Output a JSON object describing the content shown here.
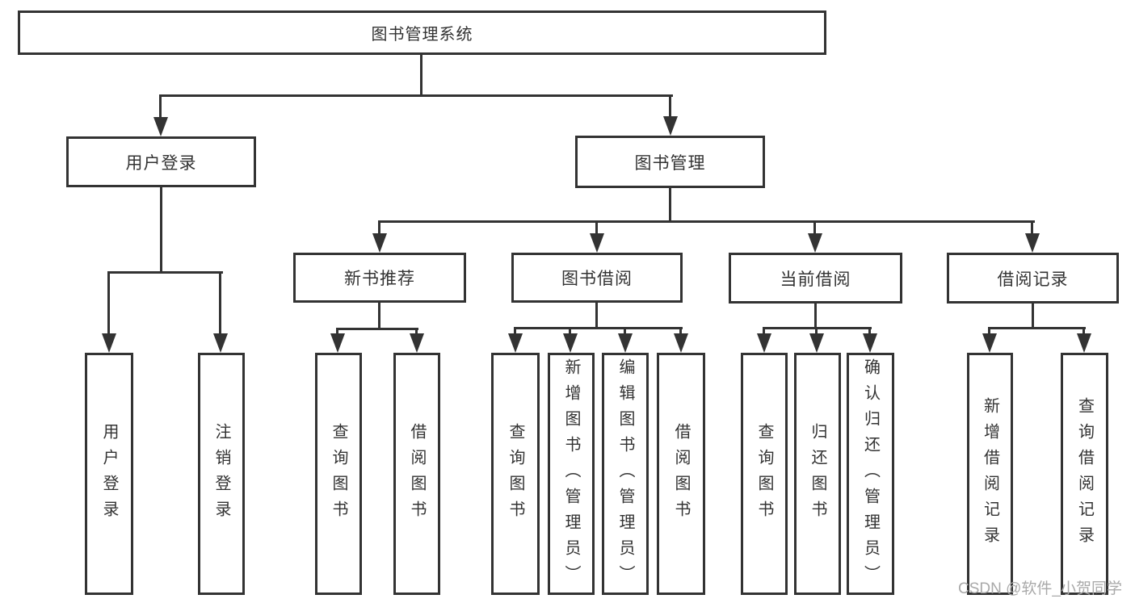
{
  "diagram": {
    "root": {
      "label": "图书管理系统"
    },
    "level2": [
      {
        "label": "用户登录"
      },
      {
        "label": "图书管理"
      }
    ],
    "level3": [
      {
        "label": "新书推荐"
      },
      {
        "label": "图书借阅"
      },
      {
        "label": "当前借阅"
      },
      {
        "label": "借阅记录"
      }
    ],
    "leaves": [
      {
        "label": "用户登录"
      },
      {
        "label": "注销登录"
      },
      {
        "label": "查询图书"
      },
      {
        "label": "借阅图书"
      },
      {
        "label": "查询图书"
      },
      {
        "label": "新增图书（管理员）"
      },
      {
        "label": "编辑图书（管理员）"
      },
      {
        "label": "借阅图书"
      },
      {
        "label": "查询图书"
      },
      {
        "label": "归还图书"
      },
      {
        "label": "确认归还（管理员）"
      },
      {
        "label": "新增借阅记录"
      },
      {
        "label": "查询借阅记录"
      }
    ],
    "watermark": "CSDN @软件_小贺同学",
    "colors": {
      "line": "#333333",
      "text": "#333333",
      "background": "#ffffff",
      "watermark": "#a9a9a9"
    }
  }
}
